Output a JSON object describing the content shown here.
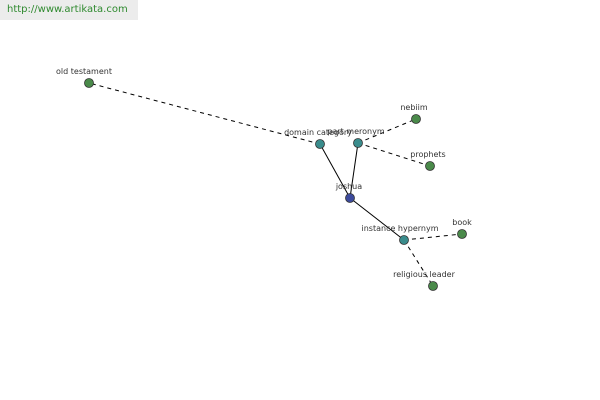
{
  "header": {
    "url": "http://www.artikata.com"
  },
  "colors": {
    "center": "#3c4a9c",
    "relation": "#3a8c8c",
    "leaf": "#4a8a4a"
  },
  "nodes": [
    {
      "id": "joshua",
      "label": "joshua",
      "kind": "center"
    },
    {
      "id": "domain_category",
      "label": "domain category",
      "kind": "relation"
    },
    {
      "id": "part_meronym",
      "label": "part meronym",
      "kind": "relation"
    },
    {
      "id": "instance_hypernym",
      "label": "instance hypernym",
      "kind": "relation"
    },
    {
      "id": "old_testament",
      "label": "old testament",
      "kind": "leaf"
    },
    {
      "id": "nebiim",
      "label": "nebiim",
      "kind": "leaf"
    },
    {
      "id": "prophets",
      "label": "prophets",
      "kind": "leaf"
    },
    {
      "id": "book",
      "label": "book",
      "kind": "leaf"
    },
    {
      "id": "religious_leader",
      "label": "religious leader",
      "kind": "leaf"
    }
  ],
  "edges": [
    {
      "from": "joshua",
      "to": "domain_category",
      "style": "solid"
    },
    {
      "from": "joshua",
      "to": "part_meronym",
      "style": "solid"
    },
    {
      "from": "joshua",
      "to": "instance_hypernym",
      "style": "solid"
    },
    {
      "from": "domain_category",
      "to": "old_testament",
      "style": "dashed"
    },
    {
      "from": "part_meronym",
      "to": "nebiim",
      "style": "dashed"
    },
    {
      "from": "part_meronym",
      "to": "prophets",
      "style": "dashed"
    },
    {
      "from": "instance_hypernym",
      "to": "book",
      "style": "dashed"
    },
    {
      "from": "instance_hypernym",
      "to": "religious_leader",
      "style": "dashed"
    }
  ]
}
